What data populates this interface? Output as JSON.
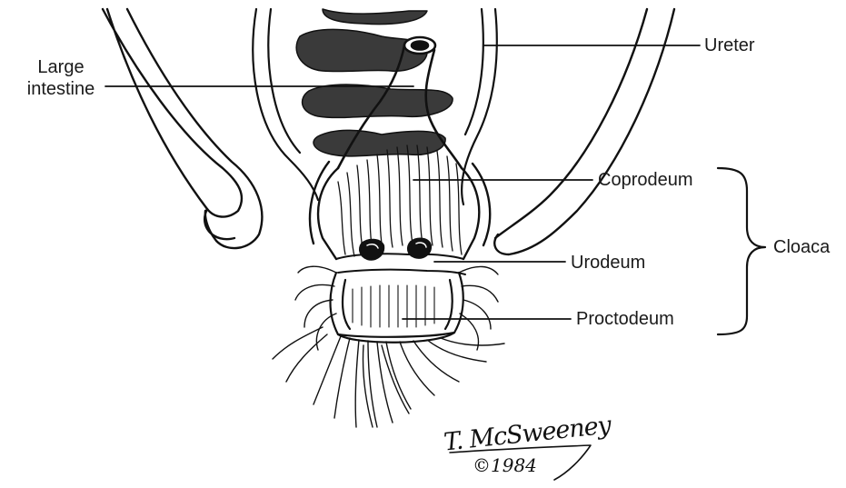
{
  "labels": {
    "large_intestine": "Large intestine",
    "ureter": "Ureter",
    "coprodeum": "Coprodeum",
    "urodeum": "Urodeum",
    "proctodeum": "Proctodeum",
    "cloaca": "Cloaca"
  },
  "signature": {
    "name": "T. McSweeney",
    "year": "©1984"
  },
  "colors": {
    "ink": "#111111",
    "paper": "#ffffff",
    "shading": "#3a3a3a"
  }
}
